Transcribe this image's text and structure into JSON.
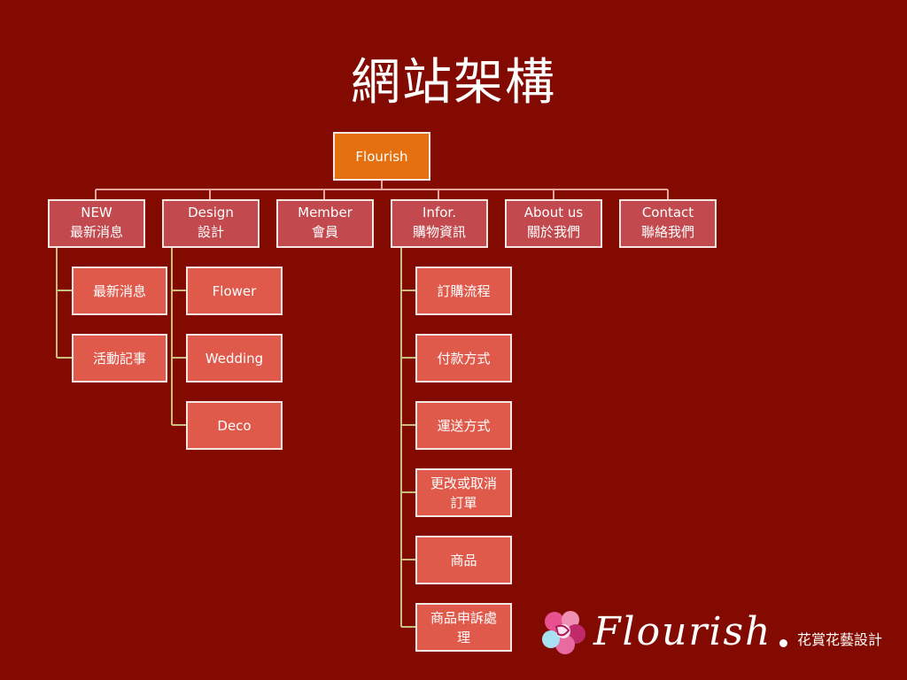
{
  "title": "網站架構",
  "root": "Flourish",
  "sections": [
    {
      "en": "NEW",
      "zh": "最新消息",
      "children": [
        "最新消息",
        "活動記事"
      ]
    },
    {
      "en": "Design",
      "zh": "設計",
      "children": [
        "Flower",
        "Wedding",
        "Deco"
      ]
    },
    {
      "en": "Member",
      "zh": "會員",
      "children": []
    },
    {
      "en": "Infor.",
      "zh": "購物資訊",
      "children": [
        "訂購流程",
        "付款方式",
        "運送方式",
        "更改或取消訂單",
        "商品",
        "商品申訴處理"
      ]
    },
    {
      "en": "About us",
      "zh": "關於我們",
      "children": []
    },
    {
      "en": "Contact",
      "zh": "聯絡我們",
      "children": []
    }
  ],
  "logo": {
    "name": "Flourish",
    "tagline": "花賞花藝設計",
    "icon": "flower-icon"
  },
  "colors": {
    "background": "#820a00",
    "root_box": "#e4700f",
    "section_box": "#c24a4f",
    "child_box": "#e05a4c",
    "box_border": "#f6e6e2",
    "root_connector": "#e8a49c",
    "child_connector": "#c8c07a"
  }
}
